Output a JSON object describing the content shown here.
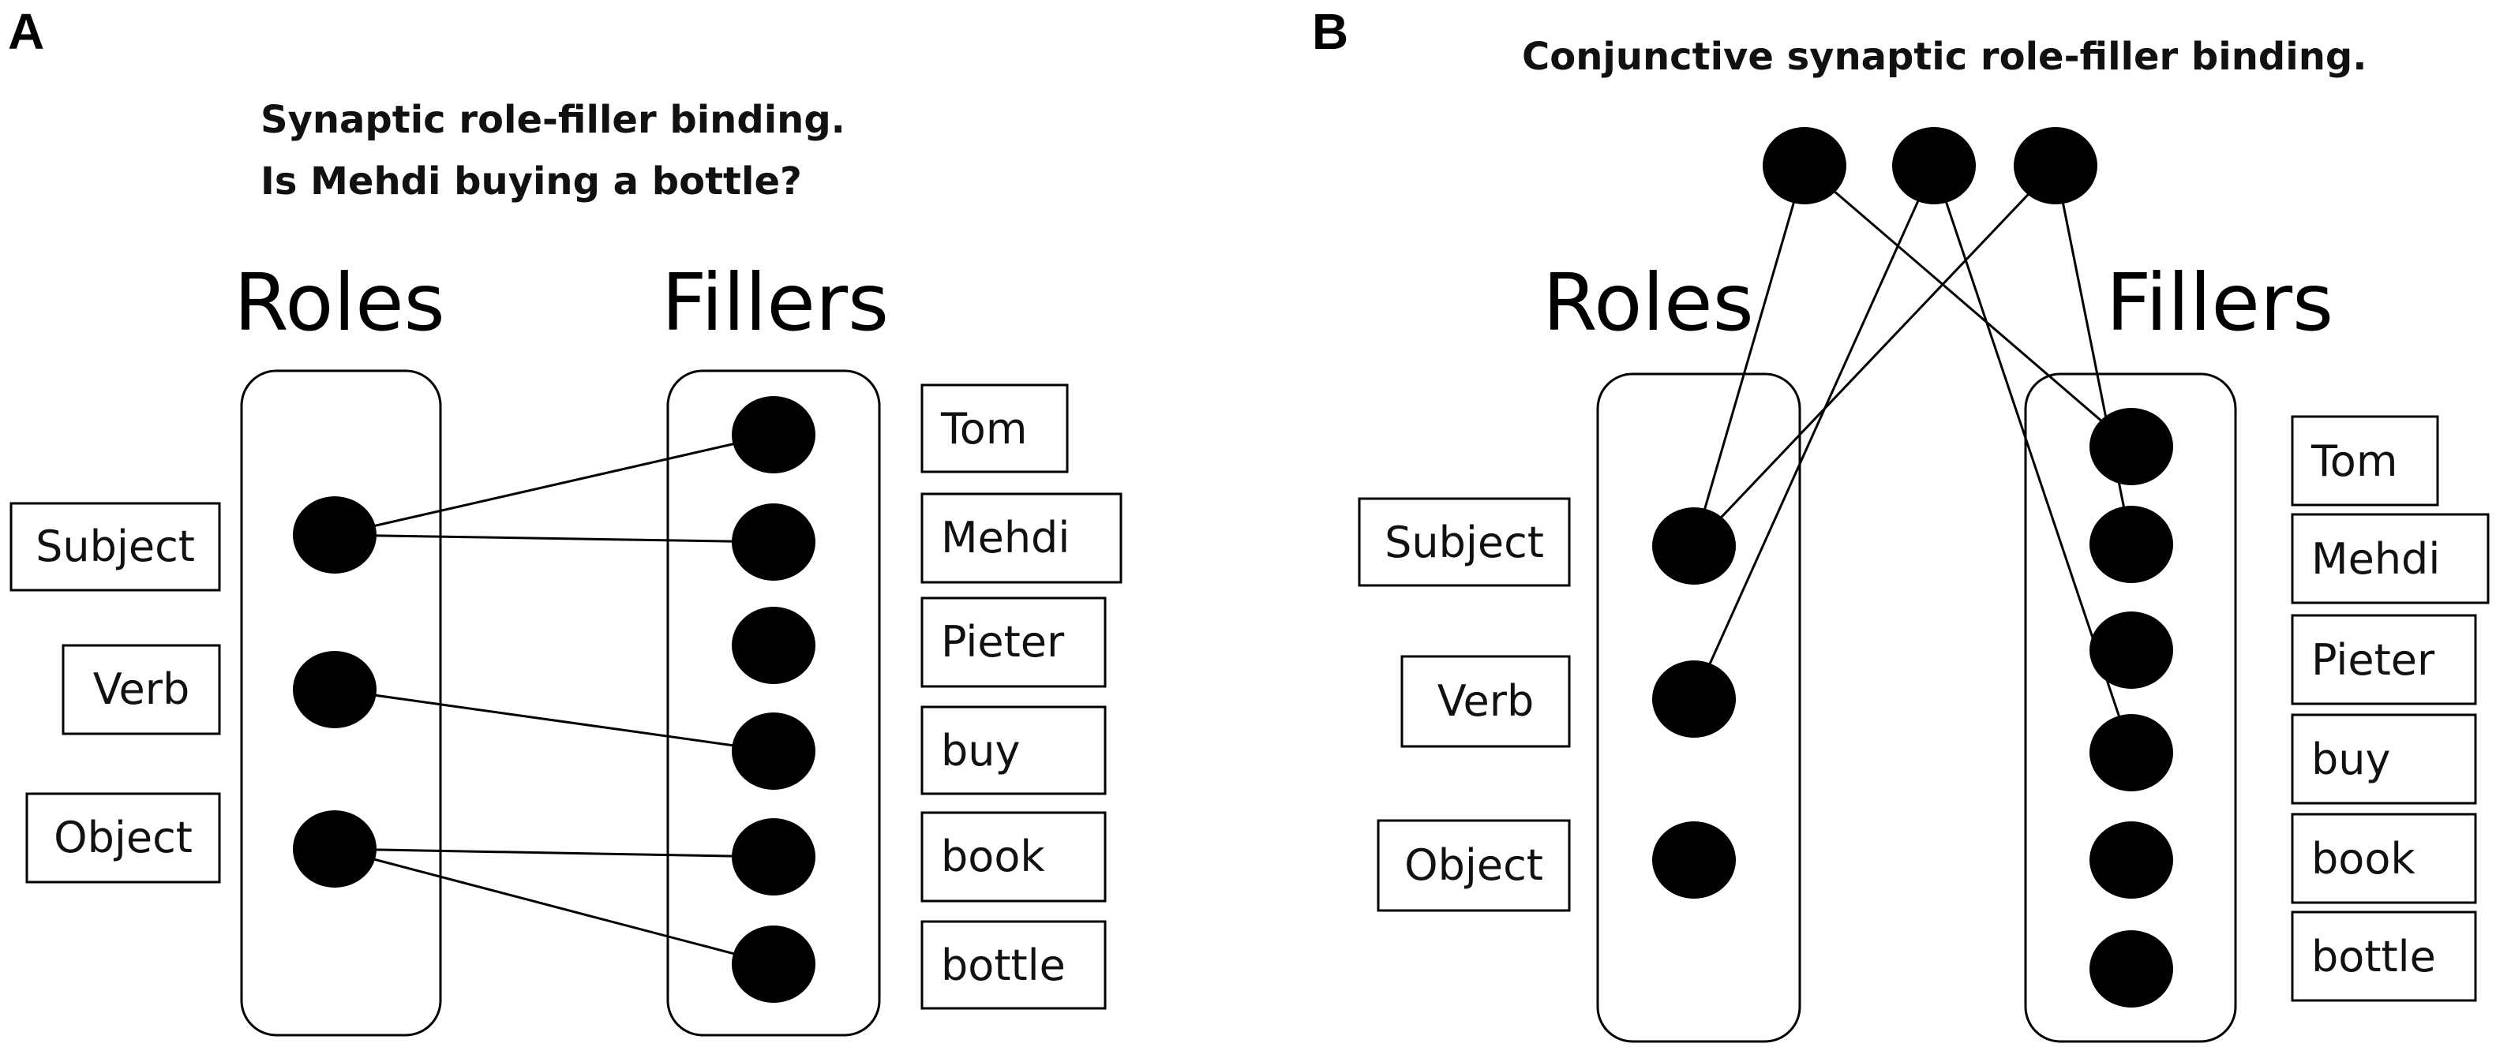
{
  "panelA": {
    "letter": "A",
    "title_line1": "Synaptic role-filler binding.",
    "title_line2": "Is Mehdi buying a bottle?",
    "roles_heading": "Roles",
    "fillers_heading": "Fillers",
    "roles": [
      "Subject",
      "Verb",
      "Object"
    ],
    "fillers": [
      "Tom",
      "Mehdi",
      "Pieter",
      "buy",
      "book",
      "bottle"
    ],
    "bindings": [
      {
        "role": "Subject",
        "filler": "Tom"
      },
      {
        "role": "Subject",
        "filler": "Mehdi"
      },
      {
        "role": "Verb",
        "filler": "buy"
      },
      {
        "role": "Object",
        "filler": "book"
      },
      {
        "role": "Object",
        "filler": "bottle"
      }
    ]
  },
  "panelB": {
    "letter": "B",
    "title": "Conjunctive synaptic role-filler binding.",
    "roles_heading": "Roles",
    "fillers_heading": "Fillers",
    "roles": [
      "Subject",
      "Verb",
      "Object"
    ],
    "fillers": [
      "Tom",
      "Mehdi",
      "Pieter",
      "buy",
      "book",
      "bottle"
    ],
    "conjunctive_nodes": [
      {
        "role": "Subject",
        "filler": "Tom"
      },
      {
        "role": "Verb",
        "filler": "buy"
      },
      {
        "role": "Subject",
        "filler": "Mehdi"
      }
    ]
  }
}
